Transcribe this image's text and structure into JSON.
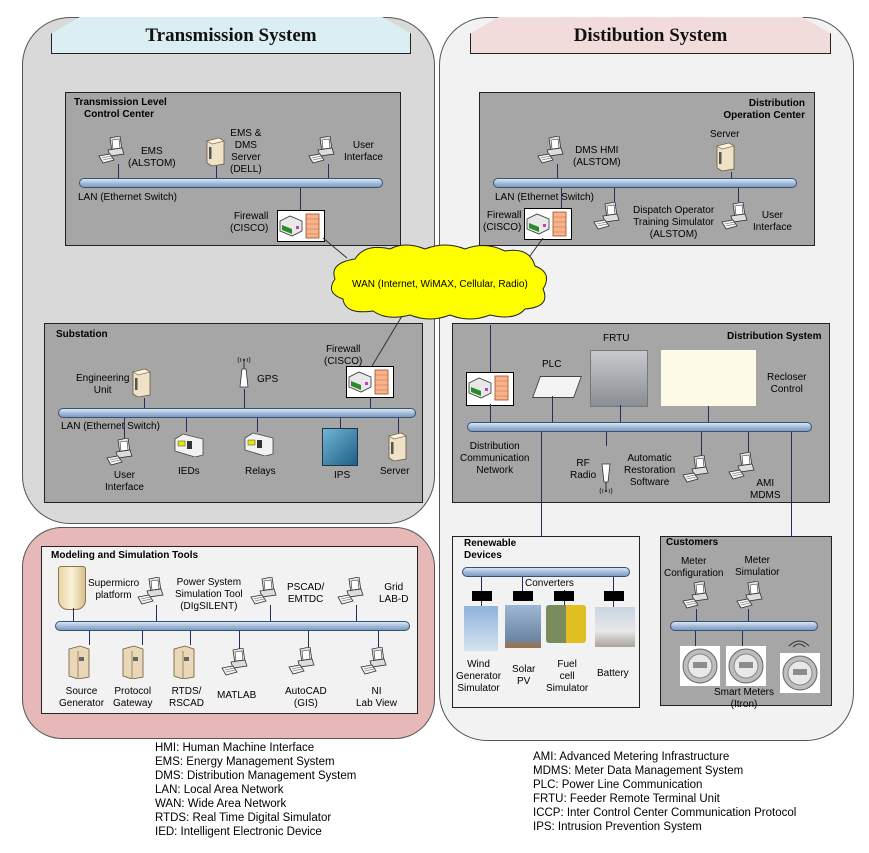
{
  "transmission": {
    "title": "Transmission System",
    "control_center": {
      "title_line1": "Transmission Level",
      "title_line2": "Control Center",
      "ems": [
        "EMS",
        "(ALSTOM)"
      ],
      "server": [
        "EMS &",
        "DMS",
        "Server",
        "(DELL)"
      ],
      "user_interface": [
        "User",
        "Interface"
      ],
      "lan": "LAN (Ethernet Switch)",
      "firewall": [
        "Firewall",
        "(CISCO)"
      ]
    },
    "substation": {
      "title": "Substation",
      "engineering_unit": [
        "Engineering",
        "Unit"
      ],
      "gps": "GPS",
      "firewall": [
        "Firewall",
        "(CISCO)"
      ],
      "lan": "LAN (Ethernet Switch)",
      "user_interface": [
        "User",
        "Interface"
      ],
      "ieds": "IEDs",
      "relays": "Relays",
      "ips": "IPS",
      "server": "Server"
    }
  },
  "wan": {
    "label": "WAN (Internet, WiMAX, Cellular, Radio)"
  },
  "distribution": {
    "title": "Distibution System",
    "operation_center": {
      "title_line1": "Distribution",
      "title_line2": "Operation Center",
      "dms_hmi": [
        "DMS HMI",
        "(ALSTOM)"
      ],
      "server": "Server",
      "lan": "LAN (Ethernet Switch)",
      "firewall": [
        "Firewall",
        "(CISCO)"
      ],
      "dispatch": [
        "Dispatch Operator",
        "Training Simulator",
        "(ALSTOM)"
      ],
      "user_interface": [
        "User",
        "Interface"
      ]
    },
    "dist_system": {
      "title": "Distribution System",
      "frtu": "FRTU",
      "plc": "PLC",
      "recloser": [
        "Recloser",
        "Control"
      ],
      "dcn": [
        "Distribution",
        "Communication",
        "Network"
      ],
      "rf_radio": [
        "RF",
        "Radio"
      ],
      "restoration": [
        "Automatic",
        "Restoration",
        "Software"
      ],
      "ami": [
        "AMI",
        "MDMS"
      ]
    },
    "renewable": {
      "title_line1": "Renewable",
      "title_line2": "Devices",
      "converters": "Converters",
      "wind": [
        "Wind",
        "Generator",
        "Simulator"
      ],
      "solar": [
        "Solar",
        "PV"
      ],
      "fuel": [
        "Fuel",
        "cell",
        "Simulator"
      ],
      "battery": "Battery"
    },
    "customers": {
      "title": "Customers",
      "meter_config": [
        "Meter",
        "Configuration"
      ],
      "meter_sim": [
        "Meter",
        "Simulatior"
      ],
      "smart_meters": [
        "Smart Meters",
        "(Itron)"
      ]
    }
  },
  "modeling": {
    "title": "Modeling and Simulation Tools",
    "supermicro": [
      "Supermicro",
      "platform"
    ],
    "pss": [
      "Power System",
      "Simulation Tool",
      "(DIgSILENT)"
    ],
    "pscad": [
      "PSCAD/",
      "EMTDC"
    ],
    "gridlab": [
      "Grid",
      "LAB-D"
    ],
    "source_gen": [
      "Source",
      "Generator"
    ],
    "protocol_gw": [
      "Protocol",
      "Gateway"
    ],
    "rtds": [
      "RTDS/",
      "RSCAD"
    ],
    "matlab": "MATLAB",
    "autocad": [
      "AutoCAD",
      "(GIS)"
    ],
    "ni": [
      "NI",
      "Lab View"
    ]
  },
  "legend_left": [
    "HMI: Human Machine Interface",
    "EMS: Energy Management System",
    "DMS: Distribution Management System",
    "LAN: Local Area Network",
    "WAN: Wide Area Network",
    "RTDS: Real Time Digital Simulator",
    "IED: Intelligent Electronic Device"
  ],
  "legend_right": [
    "AMI: Advanced Metering Infrastructure",
    "MDMS: Meter Data Management System",
    "PLC: Power Line Communication",
    "FRTU: Feeder Remote Terminal Unit",
    "ICCP: Inter Control Center Communication Protocol",
    "IPS: Intrusion Prevention System"
  ],
  "colors": {
    "transmission_panel": "#d9d9d9",
    "distribution_panel": "#f2f2f2",
    "modeling_panel": "#e6b8b7",
    "transmission_tab": "#daeef3",
    "distribution_tab": "#f2dcdb",
    "inner_box": "#a6a6a6",
    "wan_cloud": "#ffff00"
  }
}
